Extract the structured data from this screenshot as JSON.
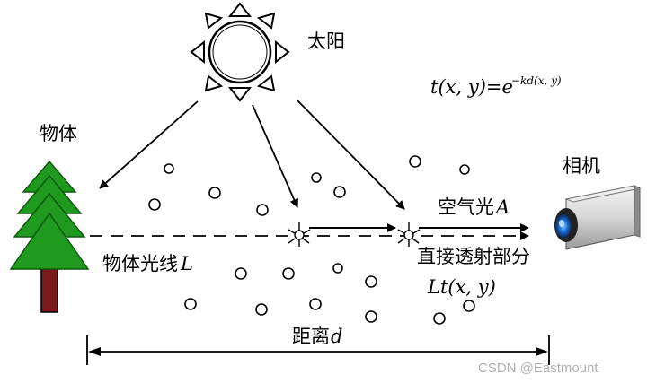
{
  "labels": {
    "sun": "太阳",
    "object": "物体",
    "camera": "相机",
    "airlight_prefix": "空气光",
    "airlight_var": "A",
    "direct_transmission": "直接透射部分",
    "direct_formula": "Lt(x, y)",
    "object_ray_prefix": "物体光线",
    "object_ray_var": "L",
    "distance_prefix": "距离",
    "distance_var": "d"
  },
  "formula": {
    "lhs": "t(x, y)=e",
    "exponent": "−kd(x, y)"
  },
  "watermark": "CSDN @Eastmount",
  "colors": {
    "tree_green": "#1f9a1f",
    "trunk": "#7a1a1a",
    "line": "#000000",
    "lens_blue": "#1e6fd8"
  }
}
